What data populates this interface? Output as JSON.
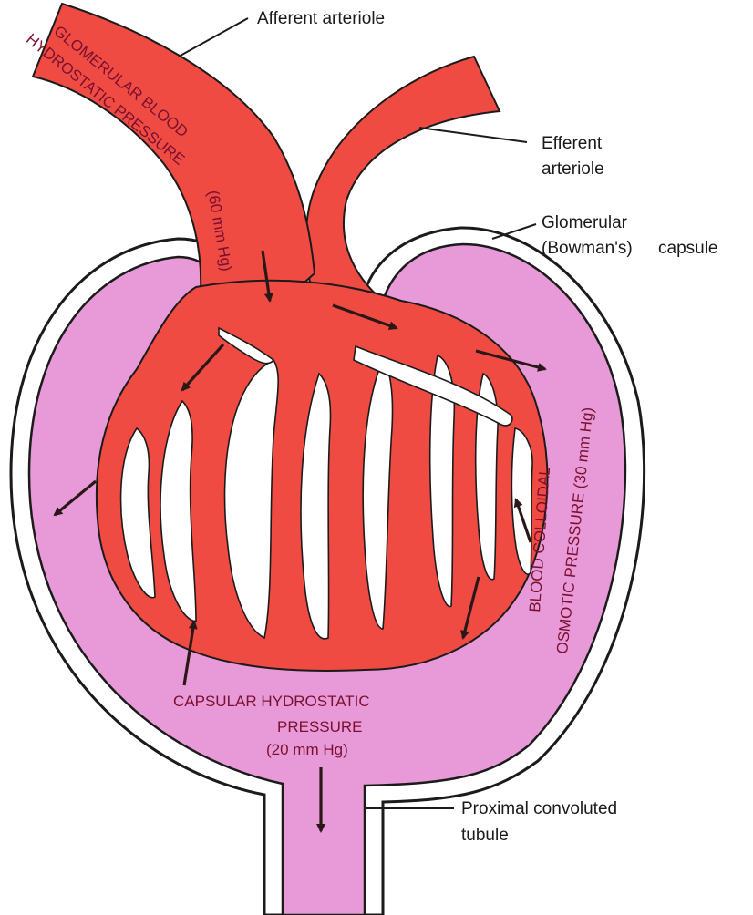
{
  "labels": {
    "afferent": "Afferent arteriole",
    "efferent_1": "Efferent",
    "efferent_2": "arteriole",
    "capsule_1": "Glomerular",
    "capsule_2": "(Bowman's)",
    "capsule_3": "capsule",
    "tubule_1": "Proximal convoluted",
    "tubule_2": "tubule"
  },
  "pressures": {
    "glomerular_1": "GLOMERULAR BLOOD",
    "glomerular_2": "HYDROSTATIC PRESSURE",
    "glomerular_3": "(60 mm Hg)",
    "colloid_1": "BLOOD COLLOIDAL",
    "colloid_2": "OSMOTIC PRESSURE (30 mm Hg)",
    "capsular_1": "CAPSULAR HYDROSTATIC",
    "capsular_2": "PRESSURE",
    "capsular_3": "(20 mm Hg)"
  },
  "colors": {
    "blood": "#ef4b43",
    "capsule_space": "#e79ad7",
    "outline": "#1b1b1b",
    "text_inner": "#7a1030"
  }
}
